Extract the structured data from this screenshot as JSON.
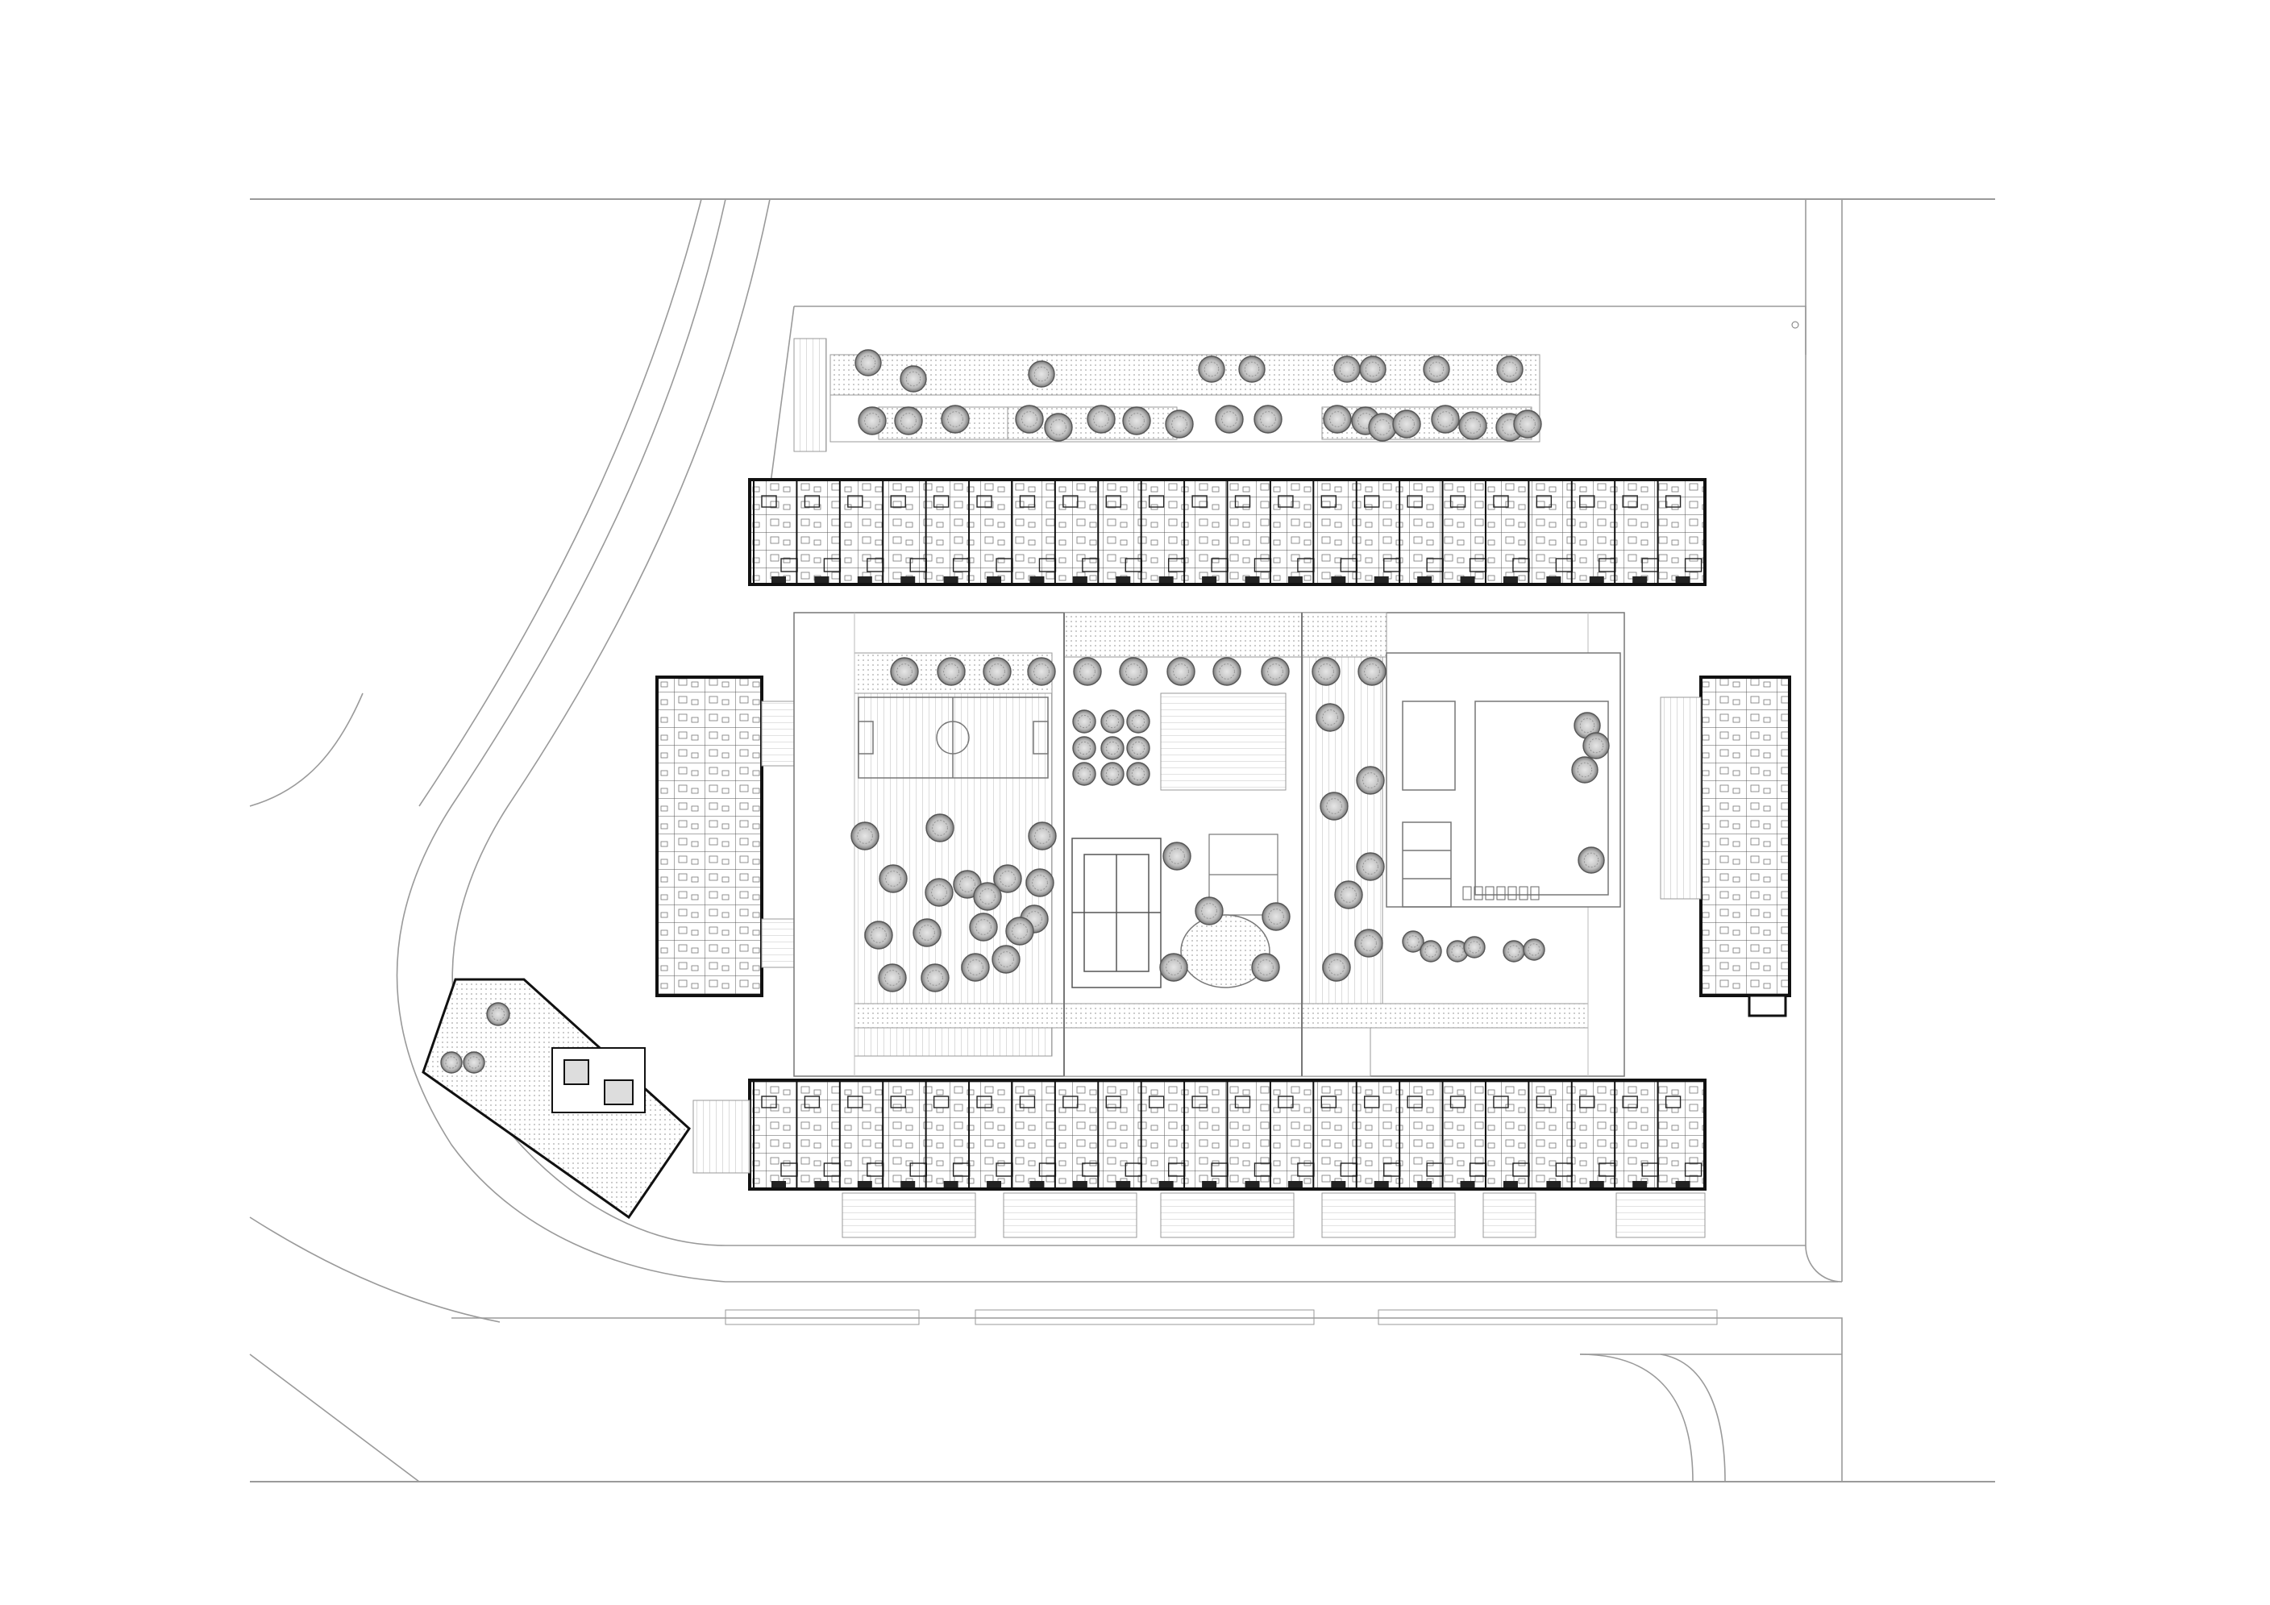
{
  "drawing": {
    "kind": "site-plan",
    "colors": {
      "background": "#ffffff",
      "line": "#2a2a2a",
      "thin_line": "#9a9a9a",
      "hatch": "#bdbdbd",
      "tree_fill": "#cfcfcf",
      "wall": "#111111"
    },
    "elements": [
      "north-residential-block",
      "south-residential-block",
      "west-residential-block",
      "east-residential-block",
      "pavilion-building",
      "central-courtyard",
      "sports-field",
      "tennis-court",
      "pool",
      "oval-pond",
      "street-trees",
      "courtyard-trees",
      "road-curves",
      "top-frame-line",
      "bottom-frame-line"
    ]
  }
}
